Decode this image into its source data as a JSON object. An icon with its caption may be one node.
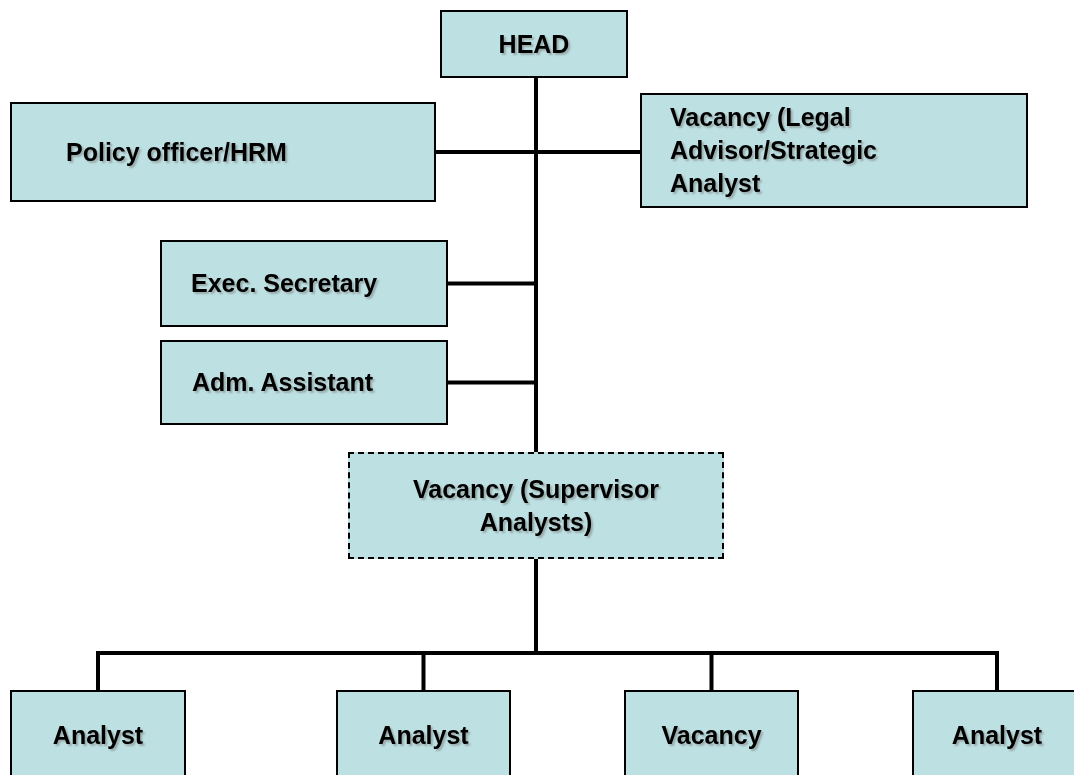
{
  "diagram": {
    "nodes": [
      {
        "text": [
          "HEAD"
        ]
      },
      {
        "text": [
          "Policy officer/HRM"
        ]
      },
      {
        "text": [
          "Vacancy (Legal Advisor/Strategic Analyst"
        ]
      },
      {
        "text": [
          "Exec. Secretary"
        ]
      },
      {
        "text": [
          "Adm. Assistant"
        ]
      },
      {
        "text": [
          "Vacancy (Supervisor Analysts)"
        ]
      },
      {
        "text": [
          "Analyst"
        ]
      },
      {
        "text": [
          "Analyst"
        ]
      },
      {
        "text": [
          "Vacancy"
        ]
      },
      {
        "text": [
          "Analyst"
        ]
      }
    ],
    "edges": [
      {
        "from": 0,
        "to": 1,
        "arrow": "none"
      },
      {
        "from": 0,
        "to": 2,
        "arrow": "none"
      },
      {
        "from": 0,
        "to": 3,
        "arrow": "none"
      },
      {
        "from": 0,
        "to": 4,
        "arrow": "none"
      },
      {
        "from": 0,
        "to": 5,
        "arrow": "none"
      },
      {
        "from": 5,
        "to": 6,
        "arrow": "none"
      },
      {
        "from": 5,
        "to": 7,
        "arrow": "none"
      },
      {
        "from": 5,
        "to": 8,
        "arrow": "none"
      },
      {
        "from": 5,
        "to": 9,
        "arrow": "none"
      }
    ]
  }
}
